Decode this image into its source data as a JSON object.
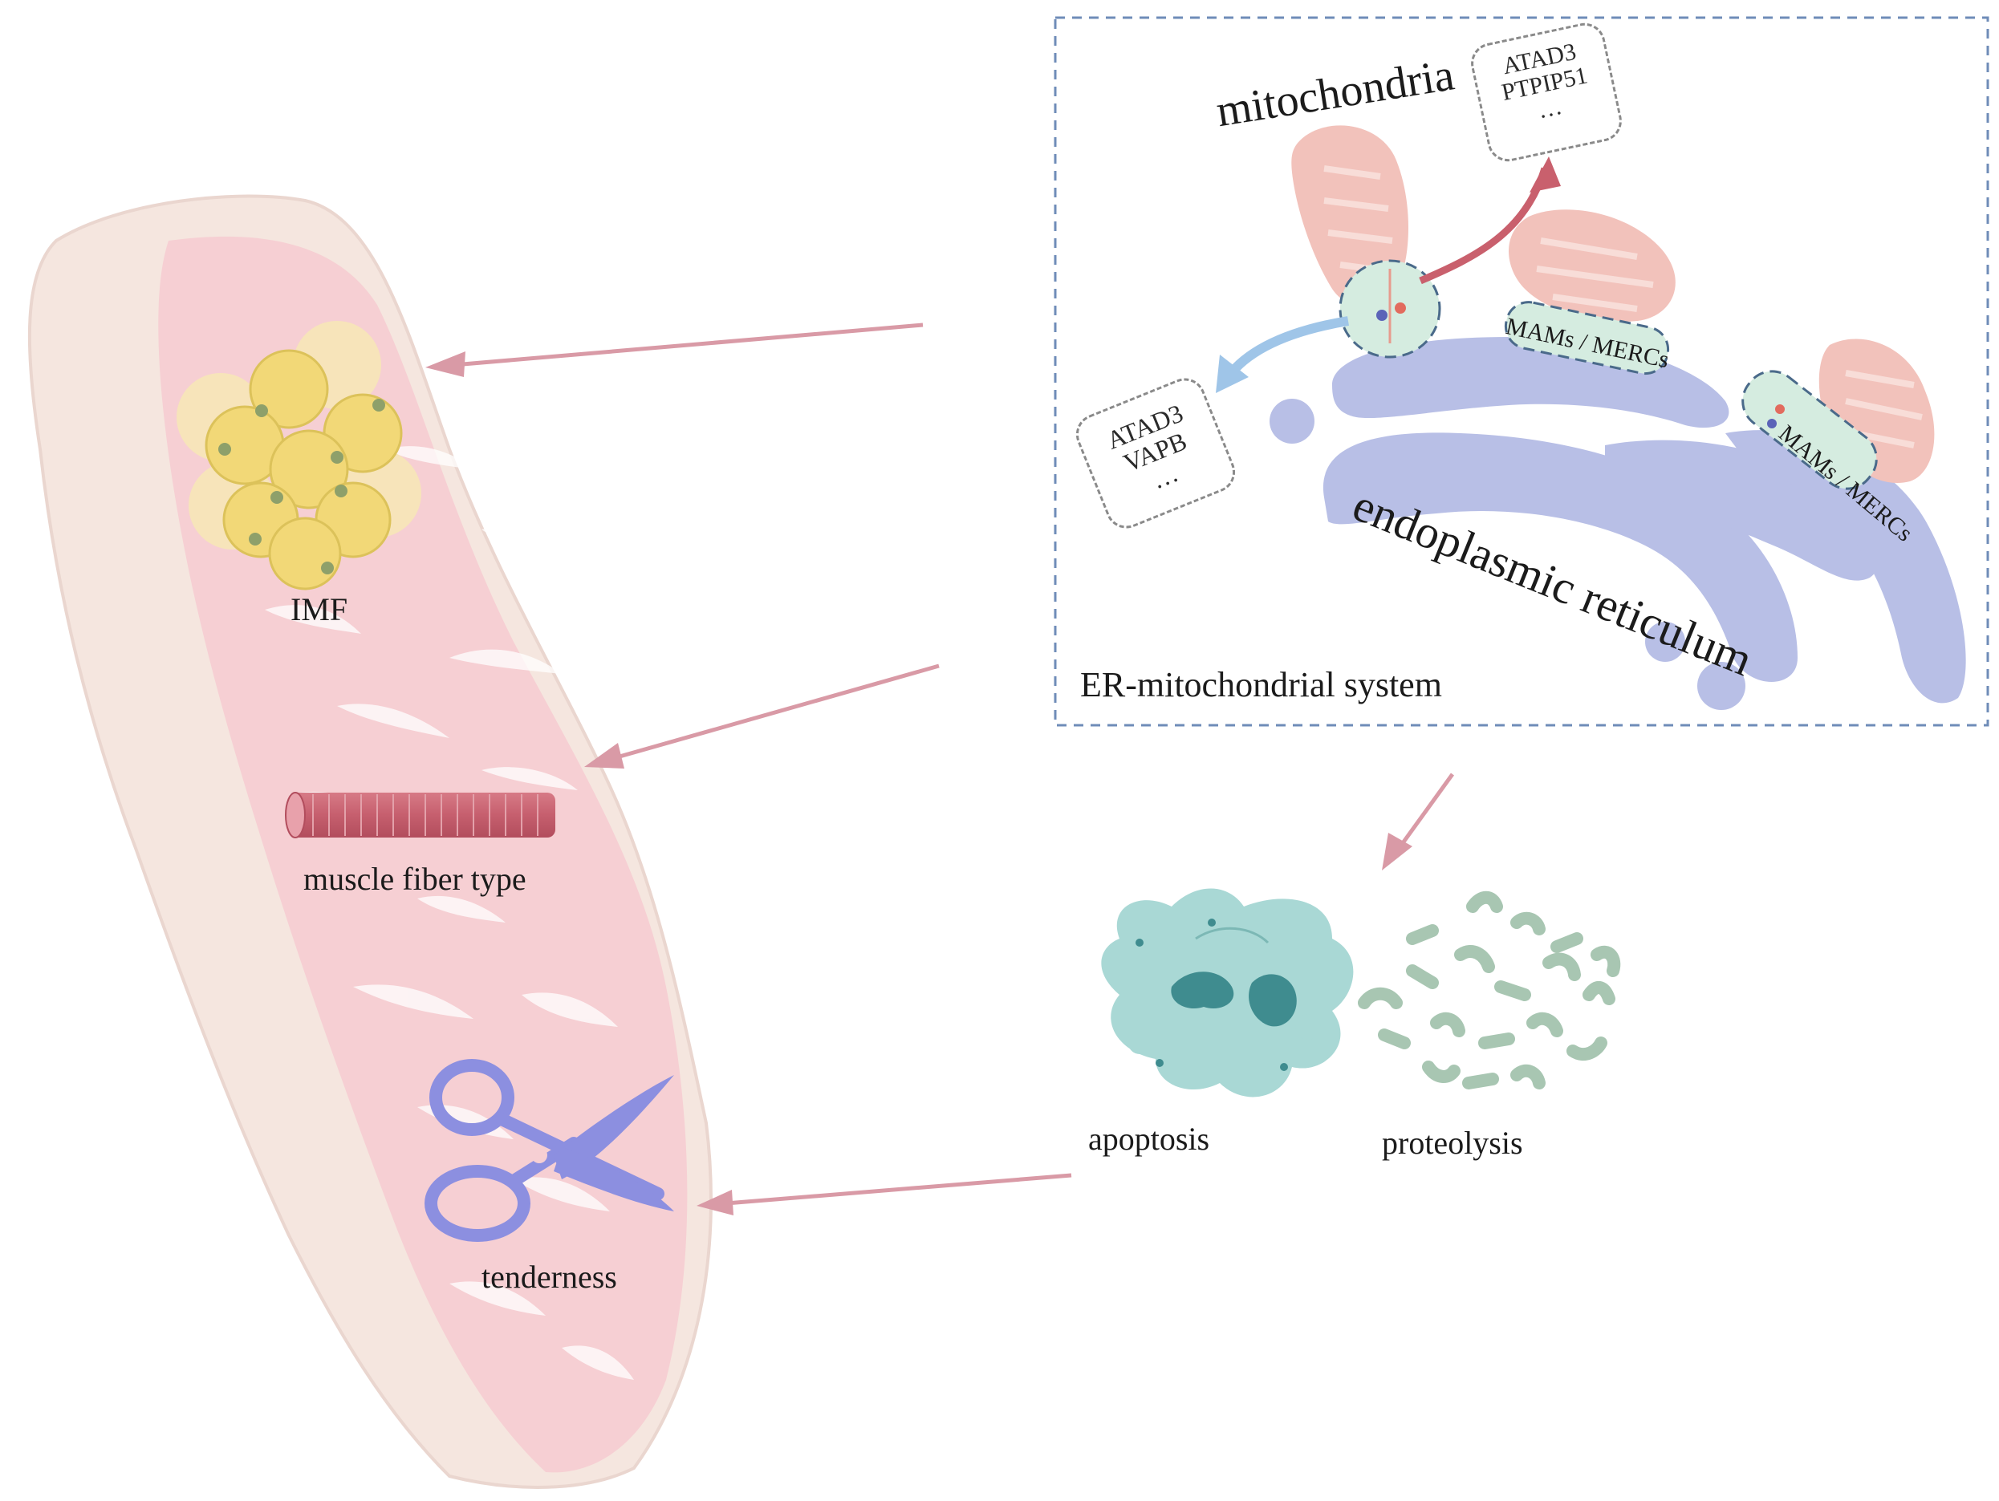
{
  "colors": {
    "meat_pink": "#f6cfd3",
    "meat_edge": "#f4e8e2",
    "fat_yellow": "#f3dc85",
    "arrow_pink": "#d99aa6",
    "er_purple": "#b8bfe6",
    "mito_pink": "#f2c2bb",
    "mam_green": "#d5ece0",
    "frame_blue": "#6f8cb8",
    "apoptosis_teal": "#a9d8d5",
    "proteolysis_green": "#a8c6b2",
    "scissors_purple": "#8c8fe0",
    "red_arrow": "#c9606d",
    "blue_arrow": "#9fc5e8"
  },
  "icons": [
    "meat-cut-icon",
    "fat-cells-icon",
    "muscle-fiber-icon",
    "scissors-icon",
    "mitochondrion-icon",
    "endoplasmic-reticulum-icon",
    "apoptotic-cell-icon",
    "protein-fragments-icon"
  ],
  "meat": {
    "imf_label": "IMF",
    "fiber_label": "muscle fiber type",
    "tenderness_label": "tenderness"
  },
  "er_system": {
    "title": "ER-mitochondrial system",
    "mitochondria_label": "mitochondria",
    "er_label": "endoplasmic reticulum",
    "mams_label_top": "MAMs / MERCs",
    "mams_label_right": "MAMs / MERCs",
    "proteins_top": [
      "ATAD3",
      "PTPIP51",
      "…"
    ],
    "proteins_left": [
      "ATAD3",
      "VAPB",
      "…"
    ]
  },
  "outcomes": {
    "apoptosis_label": "apoptosis",
    "proteolysis_label": "proteolysis"
  }
}
